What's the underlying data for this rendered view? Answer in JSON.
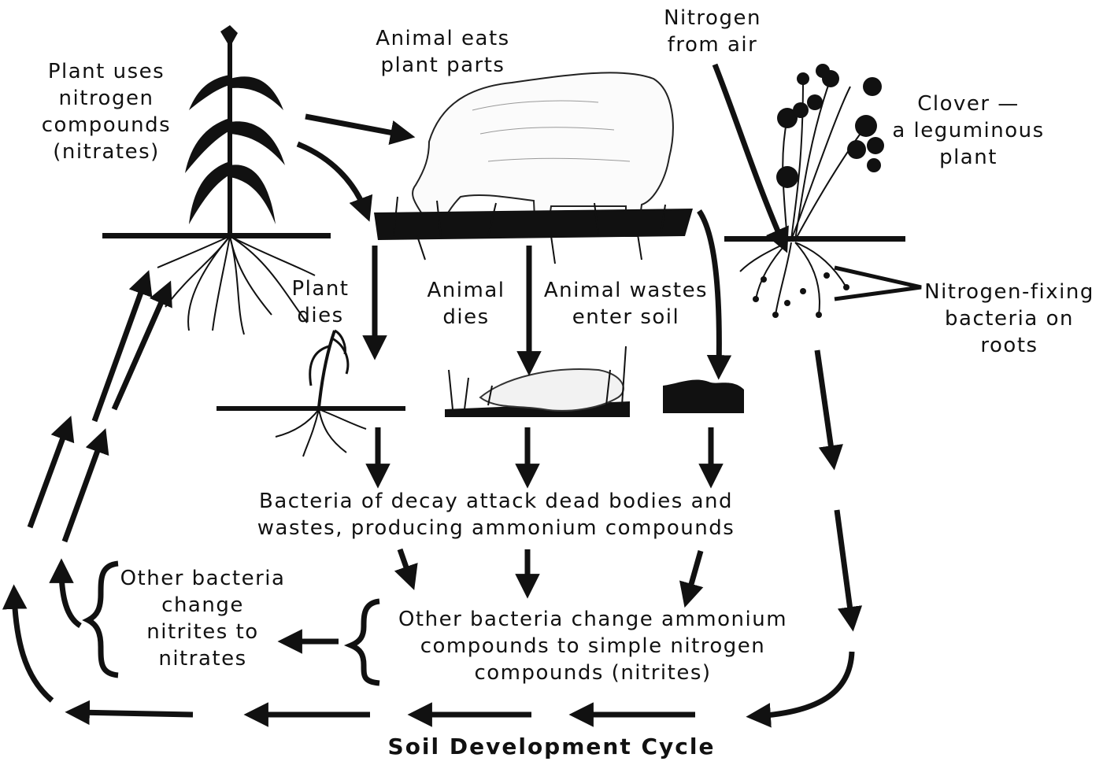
{
  "labels": {
    "plant_uses": [
      "Plant uses",
      "nitrogen",
      "compounds",
      "(nitrates)"
    ],
    "animal_eats": [
      "Animal eats",
      "plant parts"
    ],
    "nitrogen_air": [
      "Nitrogen",
      "from air"
    ],
    "clover": [
      "Clover —",
      "a leguminous",
      "plant"
    ],
    "plant_dies": [
      "Plant",
      "dies"
    ],
    "animal_dies": [
      "Animal",
      "dies"
    ],
    "animal_wastes": [
      "Animal wastes",
      "enter soil"
    ],
    "nitrogen_fixing": [
      "Nitrogen-fixing",
      "bacteria on",
      "roots"
    ],
    "bacteria_decay": [
      "Bacteria of decay attack dead bodies and",
      "wastes, producing ammonium compounds"
    ],
    "other_bacteria_nitrites": [
      "Other bacteria change ammonium",
      "compounds to simple nitrogen",
      "compounds (nitrites)"
    ],
    "other_bacteria_nitrates": [
      "Other bacteria",
      "change",
      "nitrites to",
      "nitrates"
    ]
  },
  "title": "Soil Development Cycle"
}
